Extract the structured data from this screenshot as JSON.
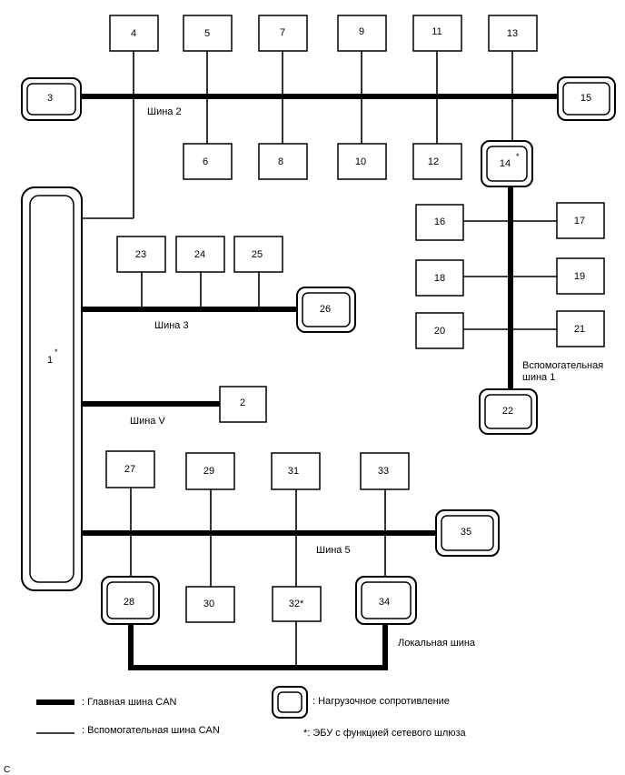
{
  "nodes": {
    "n1": "1",
    "n1_star": "*",
    "n2": "2",
    "n3": "3",
    "n4": "4",
    "n5": "5",
    "n6": "6",
    "n7": "7",
    "n8": "8",
    "n9": "9",
    "n10": "10",
    "n11": "11",
    "n12": "12",
    "n13": "13",
    "n14": "14",
    "n14_star": "*",
    "n15": "15",
    "n16": "16",
    "n17": "17",
    "n18": "18",
    "n19": "19",
    "n20": "20",
    "n21": "21",
    "n22": "22",
    "n23": "23",
    "n24": "24",
    "n25": "25",
    "n26": "26",
    "n27": "27",
    "n28": "28",
    "n29": "29",
    "n30": "30",
    "n31": "31",
    "n32": "32*",
    "n33": "33",
    "n34": "34",
    "n35": "35"
  },
  "buses": {
    "bus2": "Шина 2",
    "bus3": "Шина 3",
    "busV": "Шина V",
    "bus5": "Шина 5",
    "aux1_line1": "Вспомогательная",
    "aux1_line2": "шина 1",
    "local": "Локальная шина"
  },
  "legend": {
    "main_can": ": Главная шина CAN",
    "sub_can": ": Вспомогательная шина CAN",
    "terminator": ": Нагрузочное сопротивление",
    "gateway": "*: ЭБУ с функцией сетевого шлюза"
  },
  "corner_mark": "C"
}
